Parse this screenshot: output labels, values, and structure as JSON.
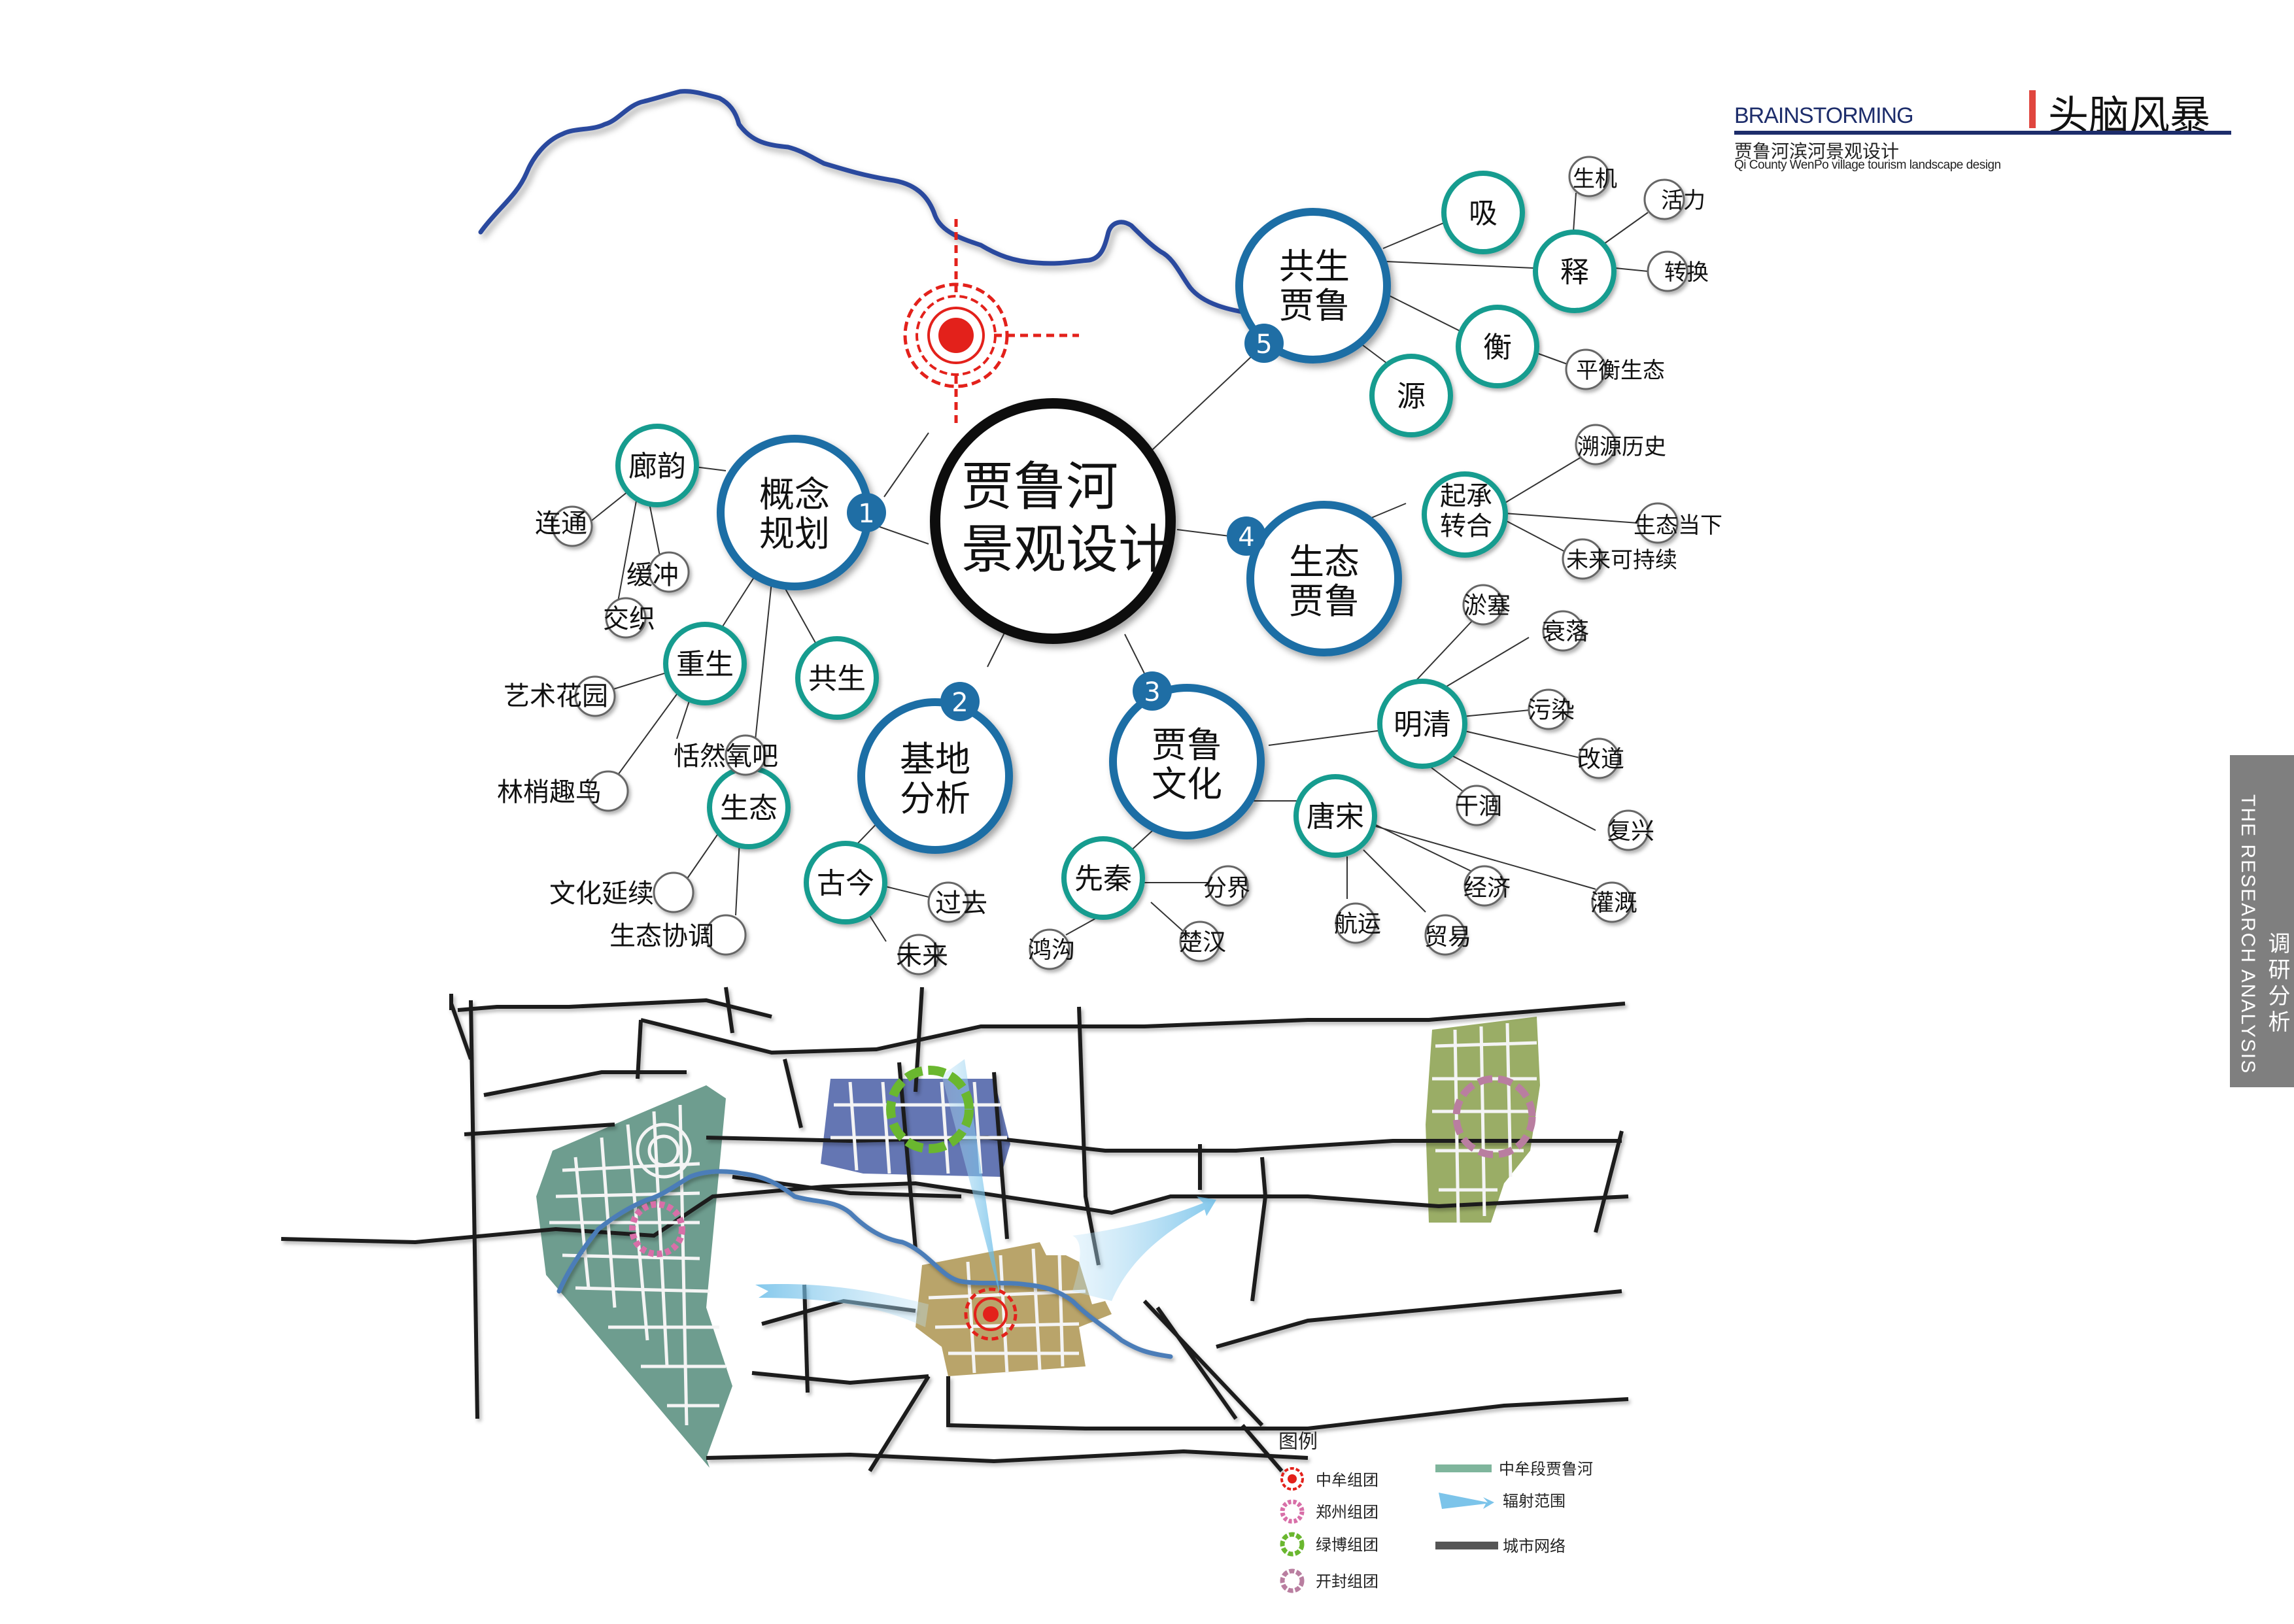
{
  "header": {
    "brainstorming": "BRAINSTORMING",
    "title_cn": "头脑风暴",
    "subtitle_cn": "贾鲁河滨河景观设计",
    "subtitle_en": "Qi County WenPo village tourism landscape design"
  },
  "side_tab": {
    "label_en": "THE RESEARCH ANALYSIS",
    "label_cn": "调研分析"
  },
  "mindmap": {
    "center": {
      "line1": "贾鲁河",
      "line2": "景观设计"
    },
    "branches": [
      {
        "num": "1",
        "line1": "概念",
        "line2": "规划"
      },
      {
        "num": "2",
        "line1": "基地",
        "line2": "分析"
      },
      {
        "num": "3",
        "line1": "贾鲁",
        "line2": "文化"
      },
      {
        "num": "4",
        "line1": "生态",
        "line2": "贾鲁"
      },
      {
        "num": "5",
        "line1": "共生",
        "line2": "贾鲁"
      }
    ],
    "subs": {
      "langyun": "廊韵",
      "chongsheng": "重生",
      "gongsheng": "共生",
      "shengtai": "生态",
      "gujin": "古今",
      "xianqin": "先秦",
      "tangsong": "唐宋",
      "mingqing": "明清",
      "qicheng": [
        "起承",
        "转合"
      ],
      "xi": "吸",
      "shi": "释",
      "heng": "衡",
      "yuan": "源"
    },
    "leaves": {
      "liantong": "连通",
      "huanchong": "缓冲",
      "jiaozhi": "交织",
      "yishuhuayuan": "艺术花园",
      "tianranyangba": "恬然氧吧",
      "linshaoquniao": "林梢趣鸟",
      "wenhuayanxu": "文化延续",
      "shengtaixietiao": "生态协调",
      "guoqu": "过去",
      "weilai": "未来",
      "fenjie": "分界",
      "honggou": "鸿沟",
      "chuhan": "楚汉",
      "hangyun": "航运",
      "maoyi": "贸易",
      "jingji": "经济",
      "guangai": "灌溉",
      "yusai": "淤塞",
      "shuailuo": "衰落",
      "wuran": "污染",
      "gaidao": "改道",
      "gandong": "干涸",
      "fuxing": "复兴",
      "suyuanlishi": "溯源历史",
      "shengtaidangxia": "生态当下",
      "weilaikechixu": "未来可持续",
      "shengji": "生机",
      "huoli": "活力",
      "zhuanhuan": "转换",
      "pinghengshengtai": "平衡生态"
    }
  },
  "legend": {
    "title": "图例",
    "items": [
      {
        "label": "中牟组团",
        "icon": "red-target-icon"
      },
      {
        "label": "郑州组团",
        "icon": "pink-ring-icon"
      },
      {
        "label": "绿博组团",
        "icon": "green-ring-icon"
      },
      {
        "label": "开封组团",
        "icon": "purple-ring-icon"
      },
      {
        "label": "中牟段贾鲁河",
        "icon": "green-bar-icon"
      },
      {
        "label": "辐射范围",
        "icon": "blue-arrow-icon"
      },
      {
        "label": "城市网络",
        "icon": "dark-bar-icon"
      }
    ]
  },
  "colors": {
    "branch_blue": "#1f6ea5",
    "sub_teal": "#159c8f",
    "river_blue": "#2a4a9e",
    "target_red": "#e3211b",
    "zone_zhengzhou": "#6e9d8f",
    "zone_lvbo": "#6476b3",
    "zone_zhongmou": "#b9a46a",
    "zone_kaifeng": "#9aad66"
  }
}
